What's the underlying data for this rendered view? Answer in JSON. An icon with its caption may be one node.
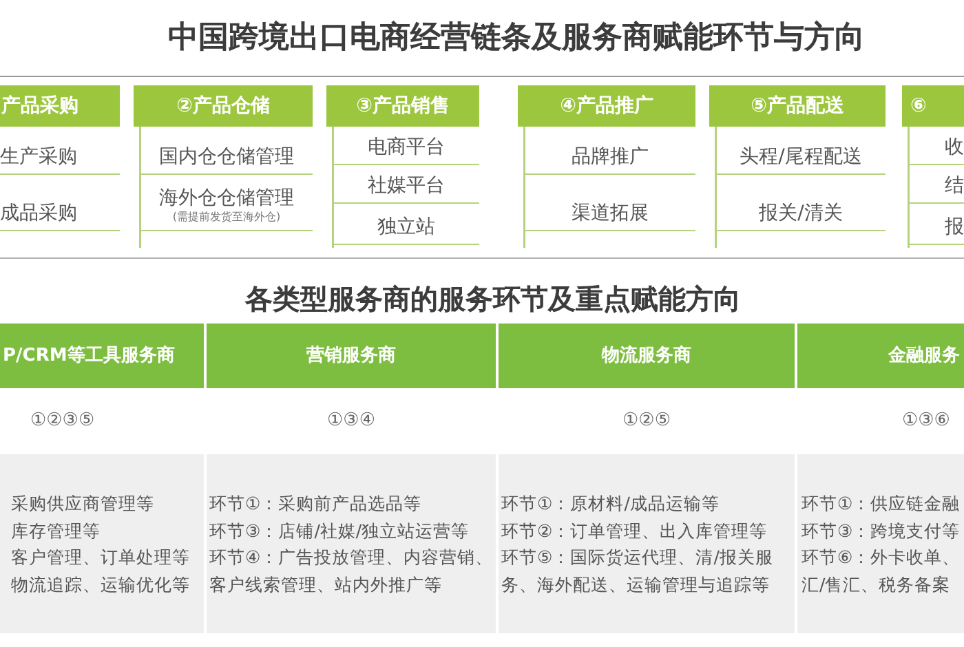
{
  "diagram": {
    "title": "中国跨境出口电商经营链条及服务商赋能环节与方向",
    "nodes": [
      {
        "text": [
          "产品采购",
          "生产采购",
          "成品采购"
        ]
      },
      {
        "text": [
          "②产品仓储",
          "国内仓仓储管理",
          "海外仓仓储管理",
          "(需提前发货至海外仓)"
        ]
      },
      {
        "text": [
          "③产品销售",
          "电商平台",
          "社媒平台",
          "独立站"
        ]
      },
      {
        "text": [
          "④产品推广",
          "品牌推广",
          "渠道拓展"
        ]
      },
      {
        "text": [
          "⑤产品配送",
          "头程/尾程配送",
          "报关/清关"
        ]
      },
      {
        "text": [
          "⑥",
          "收",
          "结",
          "报"
        ]
      }
    ],
    "labels": [
      "各类型服务商的服务环节及重点赋能方向",
      "P/CRM等工具服务商",
      "营销服务商",
      "物流服务商",
      "金融服务",
      "①②③⑤",
      "①③④",
      "①②⑤",
      "①③⑥",
      "采购供应商管理等",
      "库存管理等",
      "客户管理、订单处理等",
      "物流追踪、运输优化等",
      "环节①：采购前产品选品等",
      "环节③：店铺/社媒/独立站运营等",
      "环节④：广告投放管理、内容营销、客户线索管理、站内外推广等",
      "环节①：原材料/成品运输等",
      "环节②：订单管理、出入库管理等",
      "环节⑤：国际货运代理、清/报关服务、海外配送、运输管理与追踪等",
      "环节①：供应链金融",
      "环节③：跨境支付等",
      "环节⑥：外卡收单、",
      "汇/售汇、税务备案"
    ]
  }
}
